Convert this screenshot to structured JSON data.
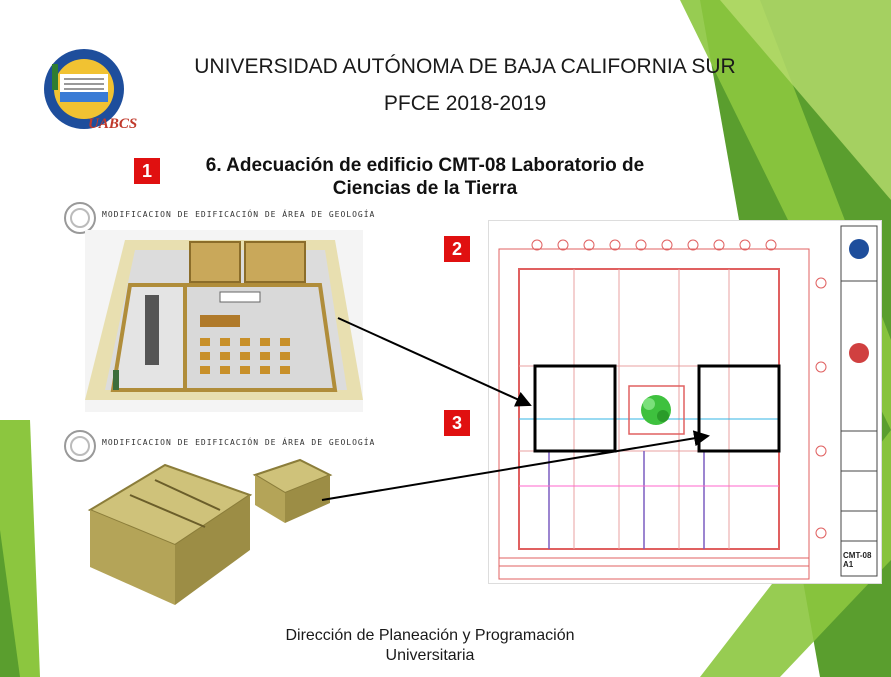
{
  "header": {
    "university": "UNIVERSIDAD AUTÓNOMA DE BAJA CALIFORNIA SUR",
    "program": "PFCE 2018-2019",
    "logo_text": "UABCS"
  },
  "section": {
    "title_line1": "6.  Adecuación de edificio CMT-08 Laboratorio de",
    "title_line2": "Ciencias de la Tierra"
  },
  "badges": {
    "one": "1",
    "two": "2",
    "three": "3"
  },
  "renders": {
    "caption_top": "MODIFICACION DE EDIFICACIÓN DE ÁREA DE GEOLOGÍA",
    "caption_bottom": "MODIFICACION DE EDIFICACIÓN DE ÁREA DE GEOLOGÍA"
  },
  "plan": {
    "sheet_code": "CMT-08 A1",
    "column_markers": [
      "",
      "",
      "",
      "",
      "",
      "",
      "",
      "",
      "",
      ""
    ]
  },
  "footer": {
    "line1": "Dirección de Planeación y Programación",
    "line2": "Universitaria"
  },
  "colors": {
    "accent_green": "#8cc63f",
    "badge_red": "#e01010",
    "plan_red": "#e06060"
  }
}
